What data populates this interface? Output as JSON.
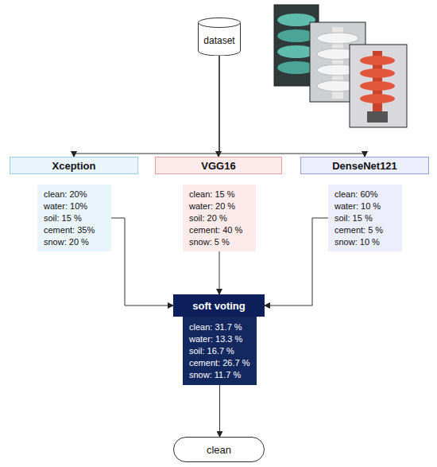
{
  "diagram": {
    "nodes": [
      {
        "text": [
          "dataset"
        ]
      },
      {
        "text": [
          "Xception"
        ]
      },
      {
        "text": [
          "VGG16"
        ]
      },
      {
        "text": [
          "DenseNet121"
        ]
      },
      {
        "text": [
          "clean: 20%",
          "water: 10%",
          "soil: 15 %",
          "cement: 35%",
          "snow: 20 %"
        ]
      },
      {
        "text": [
          "clean: 15 %",
          "water: 20 %",
          "soil: 20 %",
          "cement: 40 %",
          "snow: 5 %"
        ]
      },
      {
        "text": [
          "clean: 60%",
          "water: 10 %",
          "soil: 15 %",
          "cement: 5 %",
          "snow: 10 %"
        ]
      },
      {
        "text": [
          "soft voting"
        ]
      },
      {
        "text": [
          "clean: 31.7 %",
          "water: 13.3 %",
          "soil: 16.7 %",
          "cement: 26.7 %",
          "snow: 11.7 %"
        ]
      },
      {
        "text": [
          "clean"
        ]
      }
    ],
    "edges": [
      {
        "from": 0,
        "to": 1,
        "arrow": "to"
      },
      {
        "from": 0,
        "to": 2,
        "arrow": "to"
      },
      {
        "from": 0,
        "to": 3,
        "arrow": "to"
      },
      {
        "from": 4,
        "to": 7,
        "arrow": "to"
      },
      {
        "from": 5,
        "to": 7,
        "arrow": "to"
      },
      {
        "from": 6,
        "to": 7,
        "arrow": "to"
      },
      {
        "from": 8,
        "to": 9,
        "arrow": "to"
      }
    ]
  }
}
